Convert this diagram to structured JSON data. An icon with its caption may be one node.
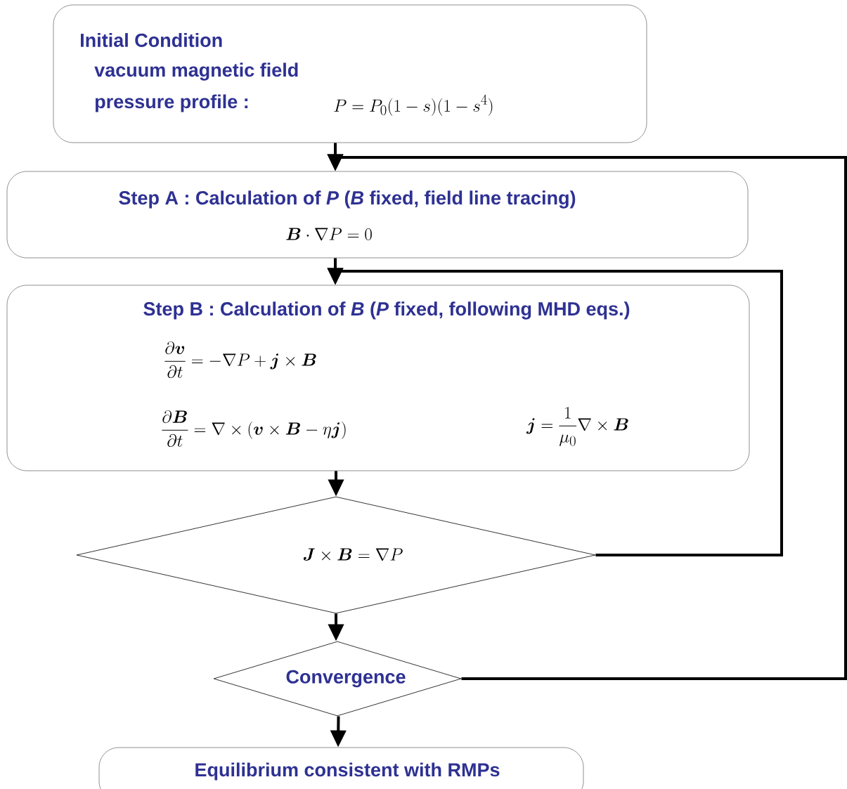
{
  "diagram": {
    "nodes": [
      {
        "text": [
          "Initial Condition",
          "vacuum magnetic field",
          "pressure profile :",
          "P = P_0(1-s)(1-s^4)"
        ]
      },
      {
        "text": [
          "Step A : Calculation of *P* (*B* fixed, field line tracing)",
          "\\boldsymbol{B}\\cdot\\nabla P = 0"
        ]
      },
      {
        "text": [
          "Step B : Calculation of *B* (*P* fixed, following MHD eqs.)",
          "\\frac{\\partial \\boldsymbol{v}}{\\partial t} = -\\nabla P + \\boldsymbol{j}\\times\\boldsymbol{B}",
          "\\frac{\\partial \\boldsymbol{B}}{\\partial t} = \\nabla\\times(\\boldsymbol{v}\\times\\boldsymbol{B} - \\eta\\boldsymbol{j})",
          "\\boldsymbol{j} = \\frac{1}{\\mu_0}\\nabla\\times\\boldsymbol{B}"
        ]
      },
      {
        "text": [
          "\\boldsymbol{J}\\times\\boldsymbol{B} = \\nabla P"
        ]
      },
      {
        "text": [
          "Convergence"
        ]
      },
      {
        "text": [
          "Equilibrium consistent with RMPs"
        ]
      }
    ],
    "edges": [
      {
        "from": 0,
        "to": 1,
        "arrow": "to"
      },
      {
        "from": 1,
        "to": 2,
        "arrow": "to"
      },
      {
        "from": 2,
        "to": 3,
        "arrow": "to"
      },
      {
        "from": 3,
        "to": 2,
        "arrow": "to"
      },
      {
        "from": 3,
        "to": 4,
        "arrow": "to"
      },
      {
        "from": 4,
        "to": 1,
        "arrow": "to"
      },
      {
        "from": 4,
        "to": 5,
        "arrow": "to"
      }
    ]
  }
}
